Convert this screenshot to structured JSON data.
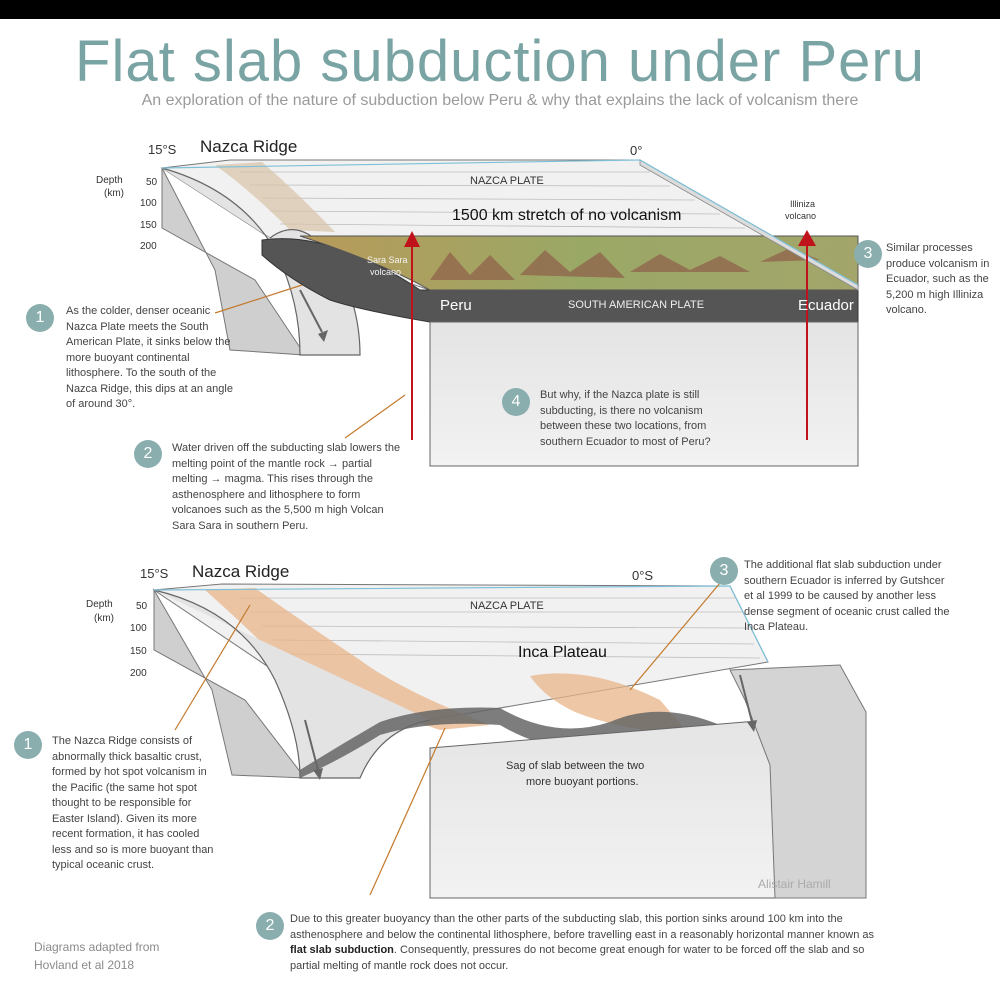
{
  "title": "Flat slab subduction under Peru",
  "subtitle": "An exploration of the nature of subduction below Peru & why that explains the lack of volcanism there",
  "top": {
    "lat_left": "15°S",
    "lat_right": "0°",
    "ridge": "Nazca Ridge",
    "depth_label_1": "Depth",
    "depth_label_2": "(km)",
    "depths": [
      "50",
      "100",
      "150",
      "200"
    ],
    "nazca_plate": "NAZCA PLATE",
    "no_volcanism": "1500 km stretch of no volcanism",
    "illiniza_1": "Illiniza",
    "illiniza_2": "volcano",
    "sarasara_1": "Sara Sara",
    "sarasara_2": "volcano",
    "peru": "Peru",
    "ecuador": "Ecuador",
    "sa_plate": "SOUTH AMERICAN PLATE",
    "note1": "As the colder, denser oceanic Nazca Plate meets the South American Plate, it sinks below the more buoyant continental lithosphere. To the south of the Nazca Ridge, this dips at an angle of around 30°.",
    "note2": "Water driven off the subducting slab lowers the melting point of the mantle rock → partial melting → magma. This rises through the asthenosphere and lithosphere to form volcanoes such as the 5,500 m high Volcan Sara Sara in southern Peru.",
    "note3": "Similar processes produce volcanism in Ecuador, such as the 5,200 m high Illiniza volcano.",
    "note4": "But why, if the Nazca plate is still subducting, is there no volcanism between these two locations, from southern Ecuador to most of Peru?",
    "badges": [
      "1",
      "2",
      "3",
      "4"
    ]
  },
  "bottom": {
    "lat_left": "15°S",
    "lat_right": "0°S",
    "ridge": "Nazca Ridge",
    "depth_label_1": "Depth",
    "depth_label_2": "(km)",
    "depths": [
      "50",
      "100",
      "150",
      "200"
    ],
    "nazca_plate": "NAZCA PLATE",
    "inca": "Inca Plateau",
    "sag_1": "Sag of slab between the two",
    "sag_2": "more buoyant portions.",
    "note1": "The Nazca Ridge consists of abnormally thick basaltic crust, formed by hot spot volcanism in the Pacific (the same hot spot thought to be responsible for Easter Island). Given its more recent formation, it has cooled less and so is more buoyant than typical oceanic crust.",
    "note2_a": "Due to this greater buoyancy than the other parts of the subducting slab, this portion sinks around 100 km into the asthenosphere and below the continental lithosphere, before travelling east in a reasonably horizontal manner known as ",
    "note2_b": "flat slab subduction",
    "note2_c": ". Consequently, pressures do not become great enough for water to be forced off the slab and so partial melting of mantle rock does not occur.",
    "note3": "The additional flat slab subduction under southern Ecuador is inferred by Gutshcer et al 1999 to be caused by another less dense segment of oceanic crust called the Inca Plateau.",
    "badges": [
      "1",
      "2",
      "3"
    ],
    "signature": "Alistair Hamill"
  },
  "credit_1": "Diagrams adapted from",
  "credit_2": "Hovland et al 2018",
  "colors": {
    "accent": "#8aaeae",
    "title": "#7aa3a3",
    "arrow": "#c47a2c",
    "volcano": "#c0121a",
    "crust": "#555555"
  }
}
